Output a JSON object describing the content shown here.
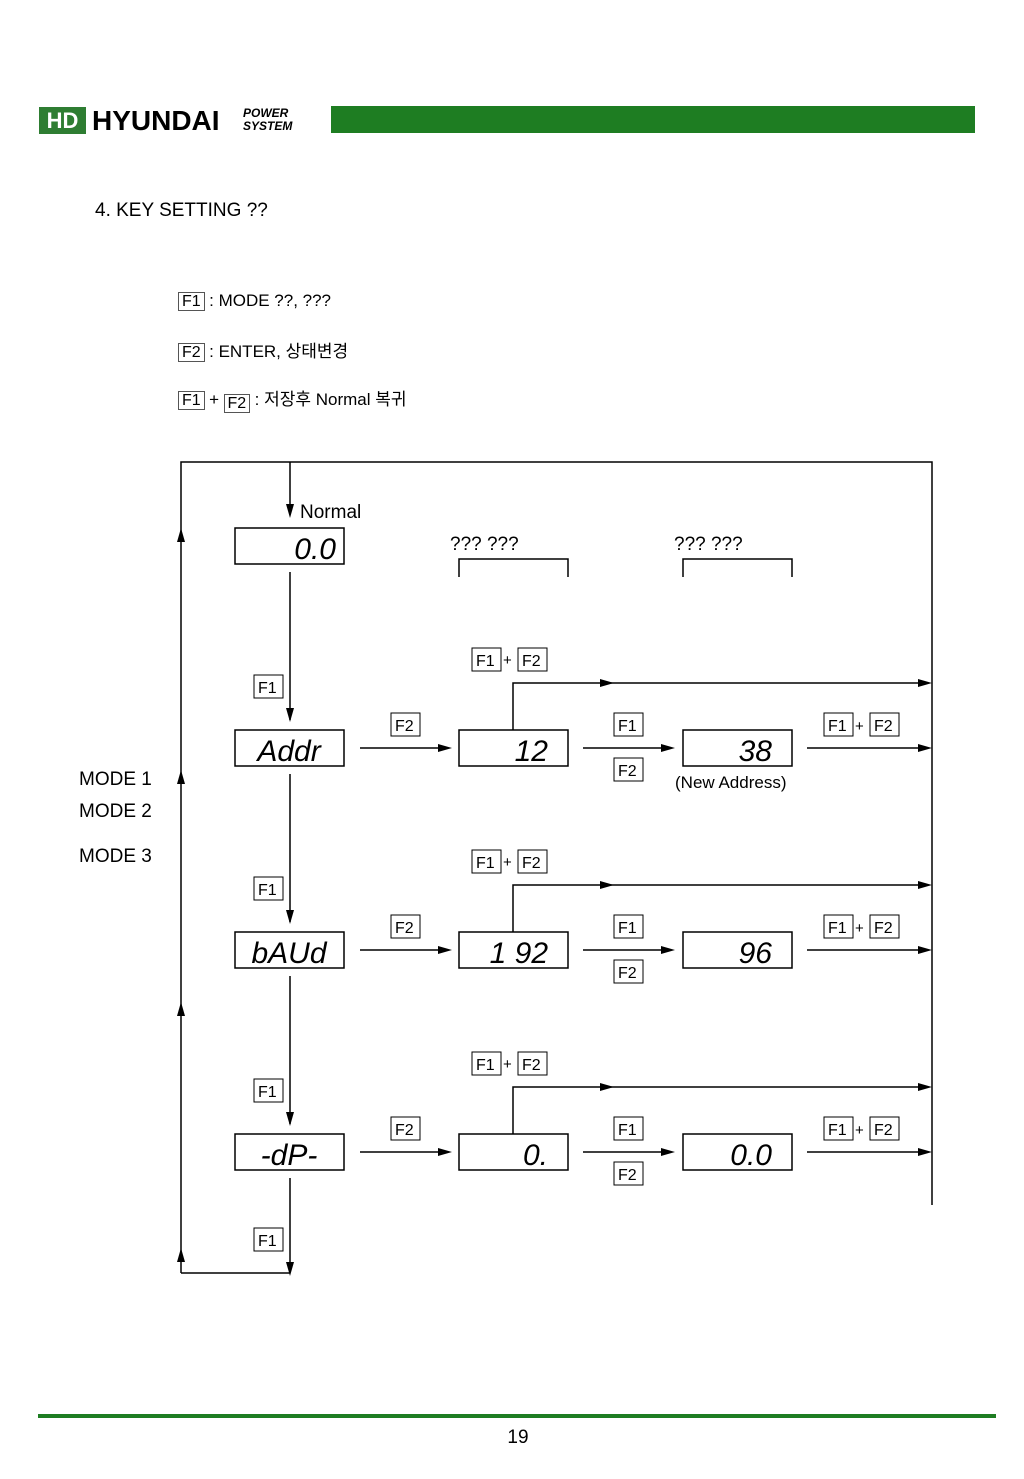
{
  "header": {
    "logo_hd": "HD",
    "logo_name": "HYUNDAI",
    "logo_sub_1": "POWER",
    "logo_sub_2": "SYSTEM",
    "bar_color": "#1e7d22"
  },
  "section_title": "4. KEY SETTING ??",
  "legend": [
    {
      "keys": [
        "F1"
      ],
      "text": ": MODE ??, ???"
    },
    {
      "keys": [
        "F2"
      ],
      "text": ": ENTER, 상태변경"
    },
    {
      "keys": [
        "F1",
        "F2"
      ],
      "plus": "+",
      "text": ": 저장후 Normal 복귀"
    }
  ],
  "diagram": {
    "normal_label": "Normal",
    "col_header_1": "??? ???",
    "col_header_2": "??? ???",
    "display_normal": "0.0",
    "modes": [
      {
        "label": "MODE 1",
        "display": "Addr",
        "value": "12",
        "new_value": "38",
        "note": "(New Address)"
      },
      {
        "label": "MODE 2",
        "display": "bAUd",
        "value": "1 92",
        "new_value": "96",
        "note": ""
      },
      {
        "label": "MODE 3",
        "display": "-dP-",
        "value": "0.",
        "new_value": "0.0",
        "note": ""
      }
    ],
    "key_f1": "F1",
    "key_f2": "F2",
    "plus": "+"
  },
  "page_number": "19"
}
